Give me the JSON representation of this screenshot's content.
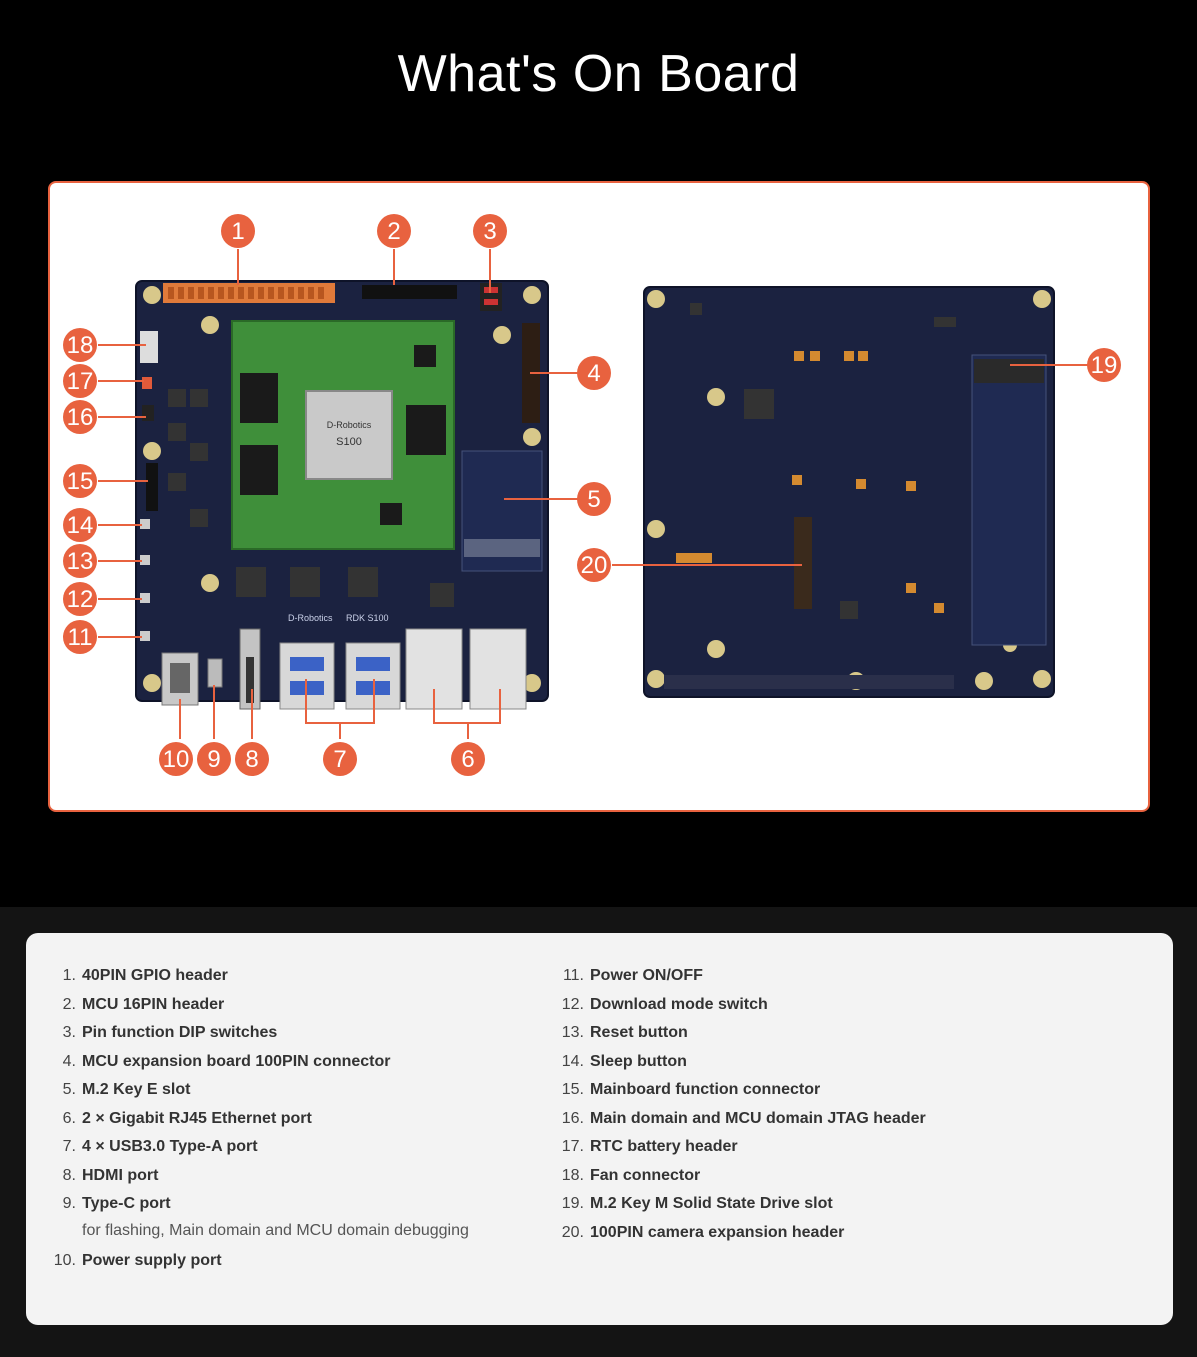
{
  "page": {
    "title": "What's On Board"
  },
  "board": {
    "front_brand": "D-Robotics",
    "front_model": "RDK S100",
    "chip_brand": "D-Robotics",
    "chip_name": "S100",
    "callouts": [
      "1",
      "2",
      "3",
      "4",
      "5",
      "6",
      "7",
      "8",
      "9",
      "10",
      "11",
      "12",
      "13",
      "14",
      "15",
      "16",
      "17",
      "18",
      "19",
      "20"
    ]
  },
  "colors": {
    "accent": "#e8623f",
    "pcb": "#1b2240",
    "module": "#3f8f3a"
  },
  "spec_list": {
    "left": [
      {
        "num": "1.",
        "label": "40PIN GPIO header"
      },
      {
        "num": "2.",
        "label": "MCU 16PIN header"
      },
      {
        "num": "3.",
        "label": "Pin function DIP switches"
      },
      {
        "num": "4.",
        "label": "MCU expansion board 100PIN connector"
      },
      {
        "num": "5.",
        "label": "M.2 Key E slot"
      },
      {
        "num": "6.",
        "label": "2 × Gigabit RJ45 Ethernet port"
      },
      {
        "num": "7.",
        "label": "4 × USB3.0 Type-A port"
      },
      {
        "num": "8.",
        "label": "HDMI port"
      },
      {
        "num": "9.",
        "label": "Type-C port",
        "sub": "for flashing, Main domain and MCU domain debugging"
      },
      {
        "num": "10.",
        "label": "Power supply port"
      }
    ],
    "right": [
      {
        "num": "11.",
        "label": "Power ON/OFF"
      },
      {
        "num": "12.",
        "label": "Download mode switch"
      },
      {
        "num": "13.",
        "label": "Reset button"
      },
      {
        "num": "14.",
        "label": "Sleep button"
      },
      {
        "num": "15.",
        "label": "Mainboard function connector"
      },
      {
        "num": "16.",
        "label": "Main domain and MCU domain JTAG header"
      },
      {
        "num": "17.",
        "label": "RTC battery header"
      },
      {
        "num": "18.",
        "label": "Fan connector"
      },
      {
        "num": "19.",
        "label": "M.2 Key M Solid State Drive slot"
      },
      {
        "num": "20.",
        "label": "100PIN camera expansion header"
      }
    ]
  }
}
